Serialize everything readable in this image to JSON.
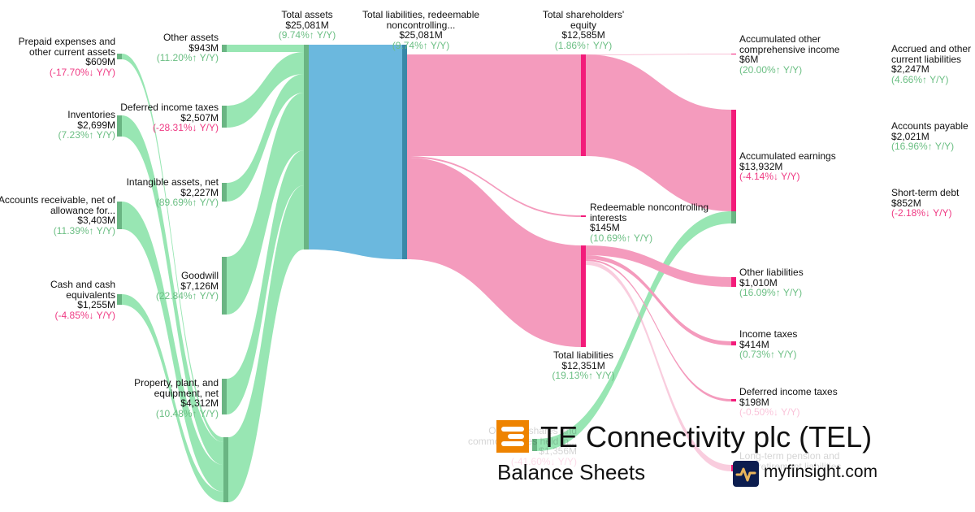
{
  "title": "TE Connectivity plc (TEL)",
  "subtitle": "Balance Sheets",
  "brand": "myfinsight.com",
  "colors": {
    "asset_flow": "#98e6b3",
    "asset_node": "#6ab583",
    "total_flow": "#6bb8de",
    "total_node": "#3a88a8",
    "liab_flow": "#f49bbd",
    "liab_node": "#f31b7a",
    "up": "#6cbf84",
    "down": "#ef3b84"
  },
  "nodes": {
    "prepaid": {
      "name": "Prepaid expenses and other current assets",
      "value": "$609M",
      "change": "(-17.70%↓ Y/Y)"
    },
    "inventories": {
      "name": "Inventories",
      "value": "$2,699M",
      "change": "(7.23%↑ Y/Y)"
    },
    "receivable": {
      "name": "Accounts receivable, net of allowance for...",
      "value": "$3,403M",
      "change": "(11.39%↑ Y/Y)"
    },
    "cash": {
      "name": "Cash and cash equivalents",
      "value": "$1,255M",
      "change": "(-4.85%↓ Y/Y)"
    },
    "other_assets": {
      "name": "Other assets",
      "value": "$943M",
      "change": "(11.20%↑ Y/Y)"
    },
    "deferred_tax_assets": {
      "name": "Deferred income taxes",
      "value": "$2,507M",
      "change": "(-28.31%↓ Y/Y)"
    },
    "intangible": {
      "name": "Intangible assets, net",
      "value": "$2,227M",
      "change": "(89.69%↑ Y/Y)"
    },
    "goodwill": {
      "name": "Goodwill",
      "value": "$7,126M",
      "change": "(22.84%↑ Y/Y)"
    },
    "ppe": {
      "name": "Property, plant, and equipment, net",
      "value": "$4,312M",
      "change": "(10.48%↑ Y/Y)"
    },
    "total_assets": {
      "name": "Total assets",
      "value": "$25,081M",
      "change": "(9.74%↑ Y/Y)"
    },
    "total_liab_equity": {
      "name": "Total liabilities, redeemable noncontrolling...",
      "value": "$25,081M",
      "change": "(9.74%↑ Y/Y)"
    },
    "equity": {
      "name": "Total shareholders' equity",
      "value": "$12,585M",
      "change": "(1.86%↑ Y/Y)"
    },
    "redeemable": {
      "name": "Redeemable noncontrolling interests",
      "value": "$145M",
      "change": "(10.69%↑ Y/Y)"
    },
    "total_liabilities": {
      "name": "Total liabilities",
      "value": "$12,351M",
      "change": "(19.13%↑ Y/Y)"
    },
    "aoci": {
      "name": "Accumulated other comprehensive income",
      "value": "$6M",
      "change": "(20.00%↑ Y/Y)"
    },
    "accum_earnings": {
      "name": "Accumulated earnings",
      "value": "$13,932M",
      "change": "(-4.14%↓ Y/Y)"
    },
    "other_liab": {
      "name": "Other liabilities",
      "value": "$1,010M",
      "change": "(16.09%↑ Y/Y)"
    },
    "income_taxes": {
      "name": "Income taxes",
      "value": "$414M",
      "change": "(0.73%↑ Y/Y)"
    },
    "deferred_tax_liab": {
      "name": "Deferred income taxes",
      "value": "$198M",
      "change": "(-0.50%↓ Y/Y)"
    },
    "pension": {
      "name": "Long-term pension and postretirement liabilities"
    },
    "ordinary_shares": {
      "name": "Ordinary shares and common shares held in...",
      "value": "$1,356M",
      "change": "(-41.60%↓ Y/Y)"
    },
    "accrued": {
      "name": "Accrued and other current liabilities",
      "value": "$2,247M",
      "change": "(4.66%↑ Y/Y)"
    },
    "payable": {
      "name": "Accounts payable",
      "value": "$2,021M",
      "change": "(16.96%↑ Y/Y)"
    },
    "st_debt": {
      "name": "Short-term debt",
      "value": "$852M",
      "change": "(-2.18%↓ Y/Y)"
    }
  }
}
